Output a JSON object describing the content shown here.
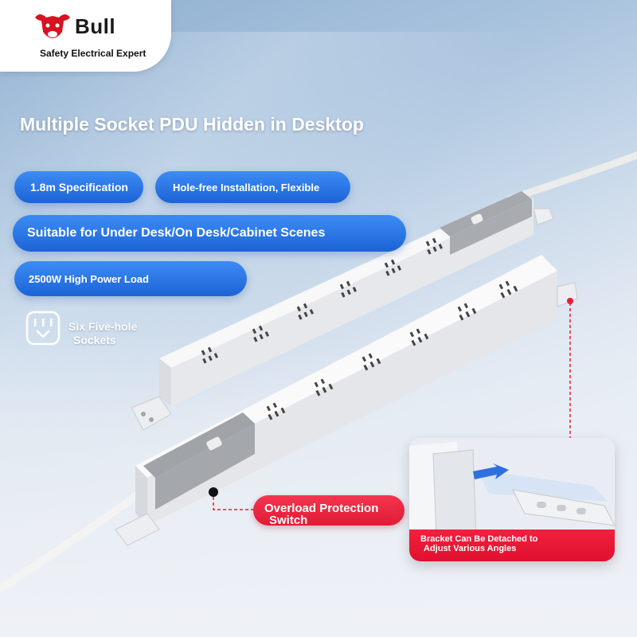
{
  "brand": {
    "name": "Bull",
    "tagline": "Safety Electrical Expert"
  },
  "headline": "Multiple Socket PDU Hidden in Desktop",
  "features": [
    {
      "label": "1.8m Specification"
    },
    {
      "label": "Hole-free Installation, Flexible"
    },
    {
      "label": "Suitable for Under Desk/On Desk/Cabinet Scenes"
    },
    {
      "label": "2500W High Power Load"
    }
  ],
  "sockets": {
    "icon": "five-hole-socket-icon",
    "line1": "Six Five-hole",
    "line2": "Sockets"
  },
  "callouts": {
    "switch_line1": "Overload Protection",
    "switch_line2": "Switch",
    "bracket_line1": "Bracket Can Be Detached to",
    "bracket_line2": "Adjust Various Angles"
  },
  "colors": {
    "accent_blue": "#2a78ea",
    "accent_red": "#e81c38",
    "product_white": "#f3f4f6",
    "panel_grey": "#9a9da3"
  }
}
